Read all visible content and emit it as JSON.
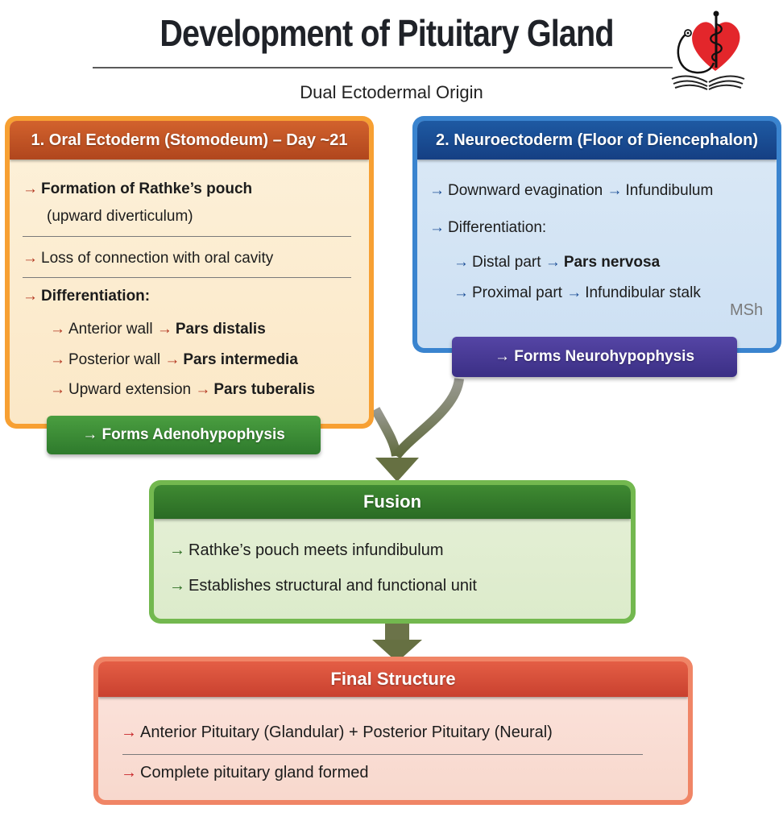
{
  "header": {
    "title": "Development of Pituitary Gland",
    "subtitle": "Dual Ectodermal Origin",
    "logo": "heart-stethoscope-caduceus-book-logo"
  },
  "oral": {
    "title": "1. Oral Ectoderm (Stomodeum) – Day ~21",
    "items": [
      {
        "arrow": "→",
        "text": "Formation of Rathke’s pouch",
        "sub": "(upward diverticulum)"
      },
      {
        "arrow": "→",
        "text": "Loss of connection with oral cavity"
      },
      {
        "arrow": "→",
        "text": "Differentiation:"
      }
    ],
    "differentiation": [
      {
        "arrow": "→",
        "from": "Anterior wall",
        "arrow2": "→",
        "to": "Pars distalis"
      },
      {
        "arrow": "→",
        "from": "Posterior wall",
        "arrow2": "→",
        "to": "Pars intermedia"
      },
      {
        "arrow": "→",
        "from": "Upward extension",
        "arrow2": "→",
        "to": "Pars tuberalis"
      }
    ],
    "result": "→ Forms Adenohypophysis"
  },
  "neuro": {
    "title": "2. Neuroectoderm (Floor of Diencephalon)",
    "items": [
      {
        "arrow": "→",
        "from": "Downward evagination",
        "arrow2": "→",
        "to": "Infundibulum"
      },
      {
        "arrow": "→",
        "text": "Differentiation:"
      }
    ],
    "differentiation": [
      {
        "arrow": "→",
        "from": "Distal part",
        "arrow2": "→",
        "to": "Pars nervosa"
      },
      {
        "arrow": "→",
        "from": "Proximal part",
        "arrow2": "→",
        "to": "Infundibular stalk"
      }
    ],
    "watermark": "MSh",
    "result": "→ Forms Neurohypophysis"
  },
  "fusion": {
    "title": "Fusion",
    "items": [
      {
        "arrow": "→",
        "text": "Rathke’s pouch meets infundibulum"
      },
      {
        "arrow": "→",
        "text": "Establishes structural and functional unit"
      }
    ]
  },
  "final": {
    "title": "Final Structure",
    "items": [
      {
        "arrow": "→",
        "text": "Anterior Pituitary (Glandular) + Posterior Pituitary (Neural)"
      },
      {
        "arrow": "→",
        "text": "Complete pituitary gland formed"
      }
    ]
  },
  "colors": {
    "oral_accent": "#f7a033",
    "oral_header": "#c0532a",
    "neuro_accent": "#3a84cf",
    "neuro_header": "#1a4c93",
    "fusion_accent": "#73b84f",
    "fusion_header": "#357c2c",
    "final_accent": "#f08566",
    "final_header": "#d64f3a",
    "adeno_badge": "#3a8c36",
    "neuro_badge": "#483a95",
    "connector": "#6b7349"
  }
}
